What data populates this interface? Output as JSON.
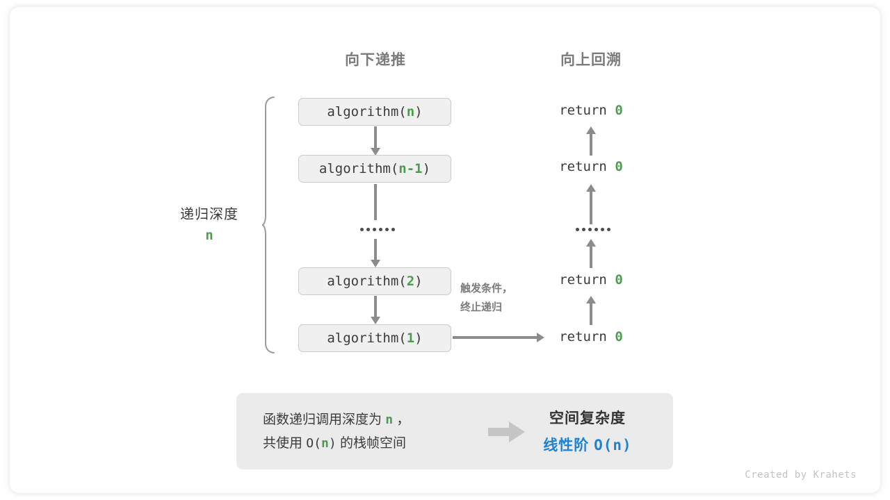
{
  "canvas": {
    "background": "#ffffff",
    "accent_green": "#4e9a51",
    "accent_blue": "#1f82cf",
    "arrow_gray": "#8c8c8c",
    "box_fill": "#f0f0f0",
    "box_border": "#cacaca"
  },
  "headers": {
    "left": "向下递推",
    "right": "向上回溯"
  },
  "depth": {
    "label": "递归深度",
    "value": "n"
  },
  "calls": [
    {
      "name": "algorithm(",
      "arg": "n",
      "close": ")"
    },
    {
      "name": "algorithm(",
      "arg": "n-1",
      "close": ")"
    },
    {
      "name": "algorithm(",
      "arg": "2",
      "close": ")"
    },
    {
      "name": "algorithm(",
      "arg": "1",
      "close": ")"
    }
  ],
  "ellipsis": {
    "dot_count": 6
  },
  "returns": [
    {
      "keyword": "return",
      "value": "0"
    },
    {
      "keyword": "return",
      "value": "0"
    },
    {
      "keyword": "return",
      "value": "0"
    },
    {
      "keyword": "return",
      "value": "0"
    }
  ],
  "condition_note": {
    "line1": "触发条件，",
    "line2": "终止递归"
  },
  "summary": {
    "left_line1_a": "函数递归调用深度为",
    "left_line1_n": "n",
    "left_line1_b": "，",
    "left_line2_a": "共使用",
    "left_line2_o": "O(",
    "left_line2_n": "n",
    "left_line2_c": ")",
    "left_line2_b": "的栈帧空间",
    "arrow_icon": "block-arrow-right",
    "right_title": "空间复杂度",
    "right_value_label": "线性阶",
    "right_value_notation": "O(n)"
  },
  "credit": "Created by Krahets"
}
